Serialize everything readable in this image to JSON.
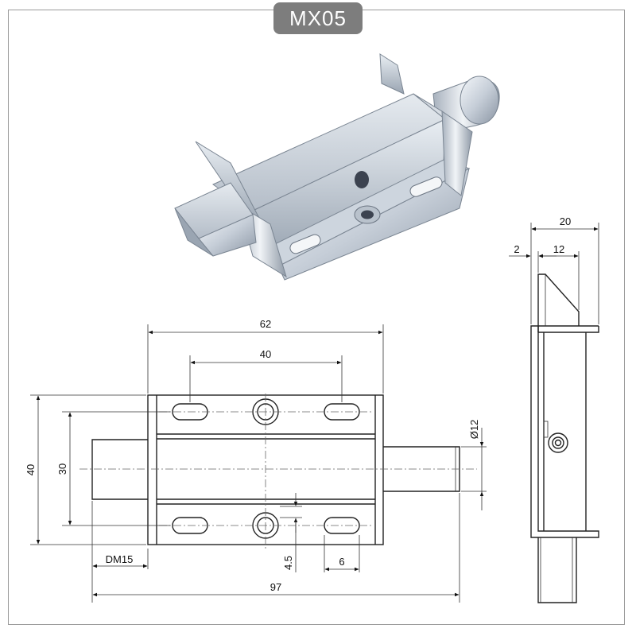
{
  "model": "MX05",
  "photo": {
    "icon": "spring-latch-bolt-photo"
  },
  "dimensions": {
    "overall_length": "97",
    "body_length": "62",
    "hole_spacing": "40",
    "height": "40",
    "slot_span": "30",
    "pin_diameter": "Ø12",
    "latch_label": "DM15",
    "slot_offset": "4.5",
    "slot_width": "6",
    "side_width": "20",
    "side_thickness": "2",
    "side_inner": "12"
  },
  "colors": {
    "badge": "#7d7d7d",
    "metal_light": "#dfe5ec",
    "metal_dark": "#7d8794"
  }
}
